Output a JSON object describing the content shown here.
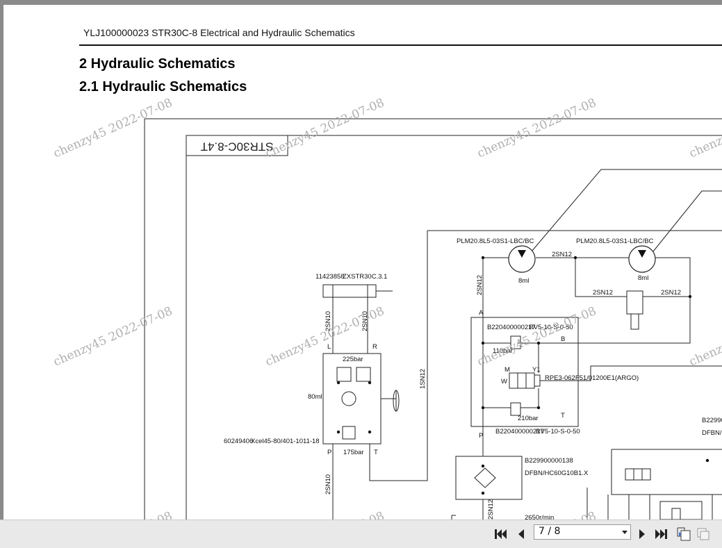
{
  "document": {
    "header": "YLJ100000023 STR30C-8 Electrical and Hydraulic Schematics",
    "heading1": "2 Hydraulic Schematics",
    "heading2": "2.1 Hydraulic Schematics"
  },
  "watermark": {
    "text": "chenzy45 2022-07-08",
    "color": "#b0b0b0"
  },
  "schematic": {
    "title_block": "STR30C-8.4T",
    "labels": {
      "motor_left_model": "PLM20.8L5-03S1-LBC/BC",
      "motor_right_model": "PLM20.8L5-03S1-LBC/BC",
      "motor_left_disp": "8ml",
      "motor_right_disp": "8ml",
      "hose_top": "2SN12",
      "hose_mid_left": "2SN12",
      "hose_mid_right": "2SN12",
      "hose_vertical_left": "2SN12",
      "steering_part": "11423858",
      "steering_model": "ZXSTR30C.3.1",
      "hose_2sn10_a": "2SN10",
      "hose_2sn10_b": "2SN10",
      "hose_2sn10_c": "2SN10",
      "port_l": "L",
      "port_r": "R",
      "port_p_left": "P",
      "port_t_left": "T",
      "relief_225": "225bar",
      "relief_175": "175bar",
      "steering_disp": "80ml",
      "steering_unit_code": "60249406",
      "steering_unit_model": "Xcel45-80/401-1011-18",
      "hose_1sn12": "1SN12",
      "port_a": "A",
      "port_b": "B",
      "port_t_right": "T",
      "port_p_right": "P",
      "valve_top_code": "B220400000217",
      "valve_top_model": "RV5-10-S-0-50",
      "valve_bot_code": "B220400000217",
      "valve_bot_model": "RV5-10-S-0-50",
      "relief_110": "110bar",
      "relief_210": "210bar",
      "solenoid_model": "RPE3-062F51/01200E1(ARGO)",
      "solenoid_y1": "Y1",
      "solenoid_m": "M",
      "solenoid_w": "W",
      "filter_code": "B229900000138",
      "filter_model": "DFBN/HC60G10B1.X",
      "right_code_partial": "B22990",
      "right_model_partial": "DFBN/H",
      "hose_bottom": "2SN12",
      "speed": "2650r/min"
    }
  },
  "viewer": {
    "page_indicator": "7 / 8",
    "icons": {
      "first": "first-page-icon",
      "prev": "prev-page-icon",
      "next": "next-page-icon",
      "last": "last-page-icon",
      "a": "single-page-view-icon",
      "b": "continuous-view-icon"
    }
  }
}
